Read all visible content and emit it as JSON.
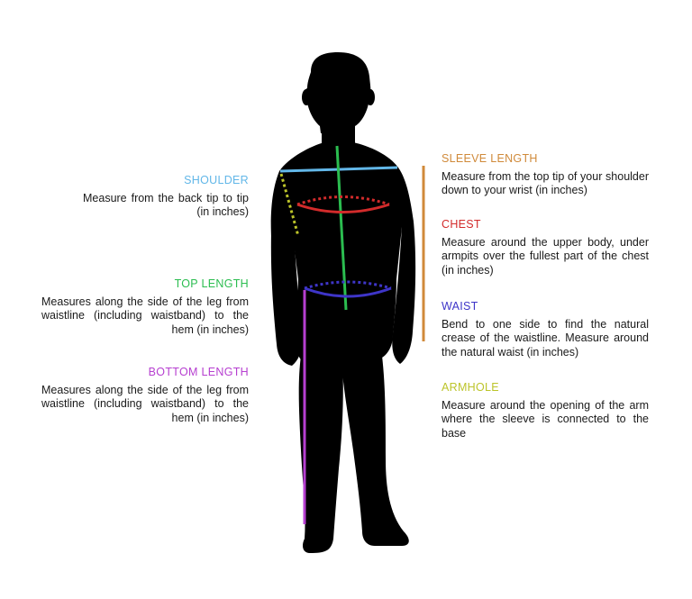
{
  "colors": {
    "shoulder": "#62b7e8",
    "top_length": "#2bbd50",
    "bottom_length": "#b63fd0",
    "sleeve_length": "#d08a3a",
    "chest": "#d22b2b",
    "waist": "#3e35c8",
    "armhole": "#bcc42a",
    "silhouette": "#000000"
  },
  "measurements": {
    "shoulder": {
      "title": "SHOULDER",
      "desc": "Measure from the back tip to tip (in inches)"
    },
    "top_length": {
      "title": "TOP LENGTH",
      "desc": "Measures along the side of the leg from waistline (including waistband) to the hem (in inches)"
    },
    "bottom_length": {
      "title": "BOTTOM LENGTH",
      "desc": "Measures along the side of the leg from waistline (including waistband) to the hem (in inches)"
    },
    "sleeve_length": {
      "title": "SLEEVE LENGTH",
      "desc": "Measure from the top tip of your shoulder down to your wrist (in inches)"
    },
    "chest": {
      "title": "CHEST",
      "desc": "Measure around the upper body, under armpits over the fullest part of the chest (in inches)"
    },
    "waist": {
      "title": "WAIST",
      "desc": "Bend to one side to find the natural crease of the waistline. Measure around the natural waist (in inches)"
    },
    "armhole": {
      "title": "ARMHOLE",
      "desc": "Measure around the opening of the arm where the sleeve is connected to the base"
    }
  }
}
